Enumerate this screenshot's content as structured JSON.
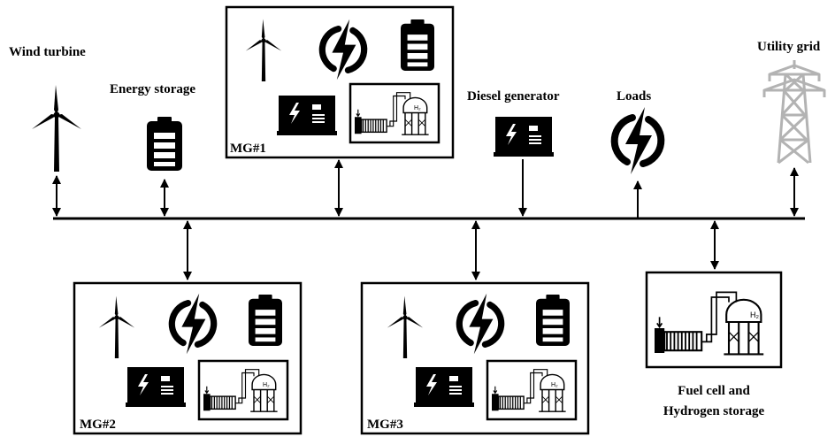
{
  "labels": {
    "wind_turbine": "Wind turbine",
    "energy_storage": "Energy storage",
    "diesel_generator": "Diesel generator",
    "loads": "Loads",
    "utility_grid": "Utility grid",
    "fuel_cell_line1": "Fuel cell and",
    "fuel_cell_line2": "Hydrogen storage"
  },
  "microgrids": {
    "mg1": "MG#1",
    "mg2": "MG#2",
    "mg3": "MG#3"
  },
  "hydrogen_symbol": "H₂",
  "icons": {
    "wind": "wind-turbine-icon",
    "battery": "battery-icon",
    "lightning": "lightning-bolt-icon",
    "generator": "diesel-generator-icon",
    "fuel_cell": "fuel-cell-icon",
    "hydrogen_tank": "hydrogen-tank-icon",
    "pylon": "transmission-tower-icon"
  },
  "colors": {
    "lines": "#000000",
    "pylon": "#b3b3b3",
    "background": "#ffffff"
  }
}
